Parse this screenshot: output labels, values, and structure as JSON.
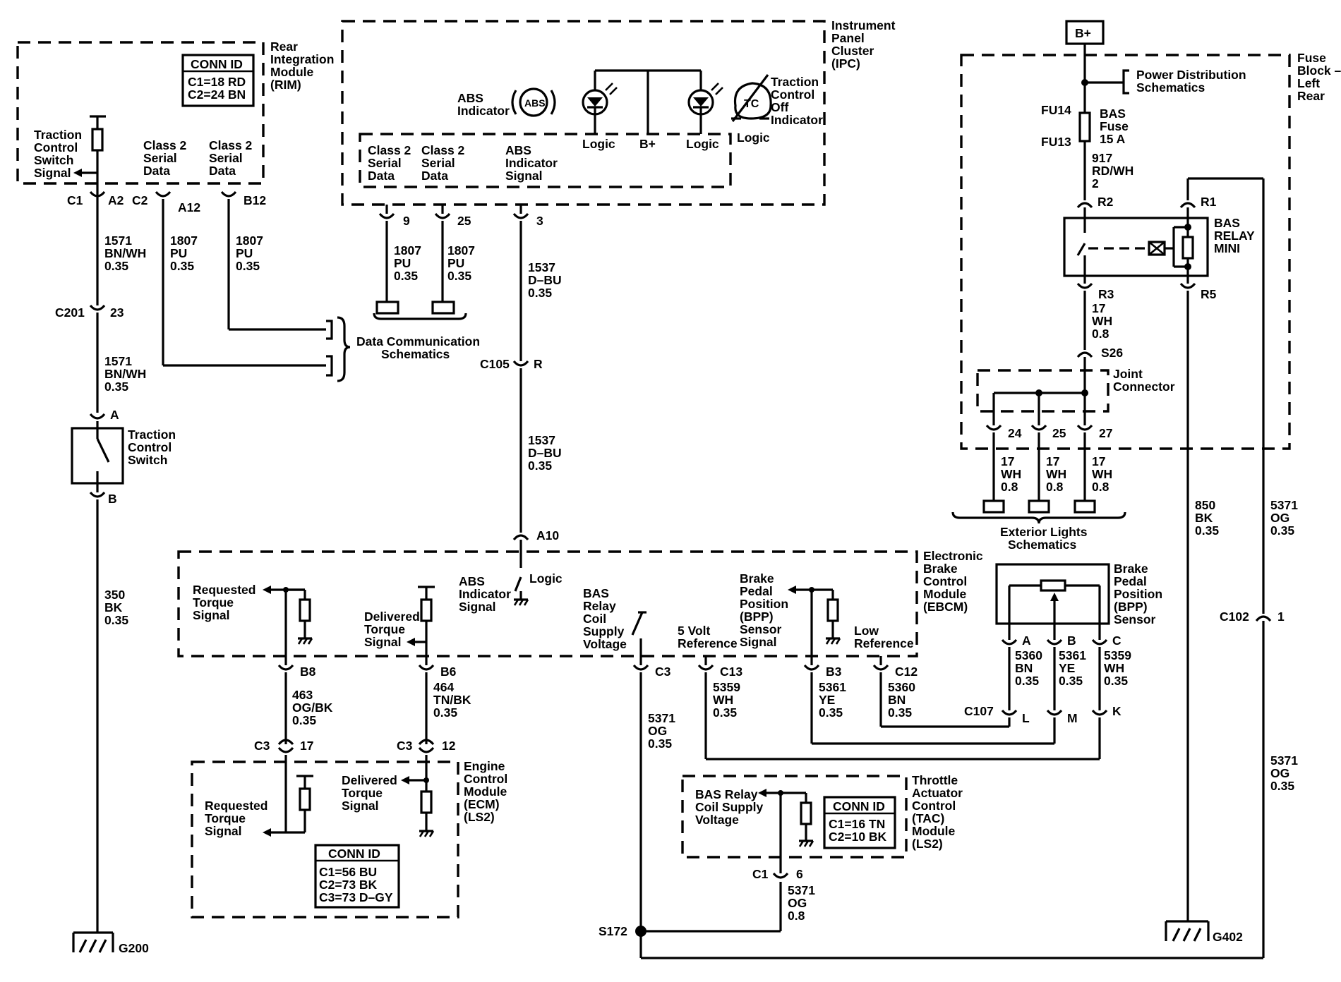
{
  "modules": {
    "rim": {
      "name": [
        "Rear",
        "Integration",
        "Module",
        "(RIM)"
      ],
      "conn_id": {
        "title": "CONN ID",
        "lines": [
          "C1=18 RD",
          "C2=24 BN"
        ]
      },
      "signals": {
        "tcs": [
          "Traction",
          "Control",
          "Switch",
          "Signal"
        ],
        "c2a": [
          "Class 2",
          "Serial",
          "Data"
        ],
        "c2b": [
          "Class 2",
          "Serial",
          "Data"
        ]
      },
      "pins": {
        "c1": "C1",
        "a2": "A2",
        "c2": "C2",
        "a12": "A12",
        "b12": "B12"
      }
    },
    "ipc": {
      "name": [
        "Instrument",
        "Panel",
        "Cluster",
        "(IPC)"
      ],
      "abs_indicator": [
        "ABS",
        "Indicator"
      ],
      "abs_symbol": "ABS",
      "tc_off": [
        "Traction",
        "Control",
        "Off",
        "Indicator"
      ],
      "tc_symbol": "TC",
      "logic_left": "Logic",
      "b_plus": "B+",
      "logic_right": "Logic",
      "logic_outer": "Logic",
      "signals": {
        "c2a": [
          "Class 2",
          "Serial",
          "Data"
        ],
        "c2b": [
          "Class 2",
          "Serial",
          "Data"
        ],
        "abs": [
          "ABS",
          "Indicator",
          "Signal"
        ]
      },
      "pins": {
        "p9": "9",
        "p25": "25",
        "p3": "3"
      }
    },
    "fuse_block": {
      "name": [
        "Fuse",
        "Block –",
        "Left",
        "Rear"
      ],
      "b_plus": "B+",
      "power_dist": [
        "Power Distribution",
        "Schematics"
      ],
      "fu14": "FU14",
      "fu13": "FU13",
      "fuse": [
        "BAS",
        "Fuse",
        "15 A"
      ],
      "relay": [
        "BAS",
        "RELAY",
        "MINI"
      ],
      "pins": {
        "r2": "R2",
        "r1": "R1",
        "r3": "R3",
        "r5": "R5",
        "s26": "S26",
        "p24": "24",
        "p25": "25",
        "p27": "27"
      },
      "joint": [
        "Joint",
        "Connector"
      ]
    },
    "ebcm": {
      "name": [
        "Electronic",
        "Brake",
        "Control",
        "Module",
        "(EBCM)"
      ],
      "req_torque": [
        "Requested",
        "Torque",
        "Signal"
      ],
      "del_torque": [
        "Delivered",
        "Torque",
        "Signal"
      ],
      "abs_signal": [
        "ABS",
        "Indicator",
        "Signal"
      ],
      "logic": "Logic",
      "bas_relay": [
        "BAS",
        "Relay",
        "Coil",
        "Supply",
        "Voltage"
      ],
      "five_volt": [
        "5 Volt",
        "Reference"
      ],
      "bpp_signal": [
        "Brake",
        "Pedal",
        "Position",
        "(BPP)",
        "Sensor",
        "Signal"
      ],
      "low_ref": [
        "Low",
        "Reference"
      ],
      "pins": {
        "a10": "A10",
        "b8": "B8",
        "b6": "B6",
        "c3": "C3",
        "c13": "C13",
        "b3": "B3",
        "c12": "C12"
      }
    },
    "ecm": {
      "name": [
        "Engine",
        "Control",
        "Module",
        "(ECM)",
        "(LS2)"
      ],
      "req_torque": [
        "Requested",
        "Torque",
        "Signal"
      ],
      "del_torque": [
        "Delivered",
        "Torque",
        "Signal"
      ],
      "conn_id": {
        "title": "CONN ID",
        "lines": [
          "C1=56 BU",
          "C2=73 BK",
          "C3=73 D–GY"
        ]
      },
      "pins": {
        "c3a": "C3",
        "p17": "17",
        "c3b": "C3",
        "p12": "12"
      }
    },
    "tac": {
      "name": [
        "Throttle",
        "Actuator",
        "Control",
        "(TAC)",
        "Module",
        "(LS2)"
      ],
      "signal": [
        "BAS Relay",
        "Coil Supply",
        "Voltage"
      ],
      "conn_id": {
        "title": "CONN ID",
        "lines": [
          "C1=16 TN",
          "C2=10 BK"
        ]
      },
      "pins": {
        "c1": "C1",
        "p6": "6"
      }
    },
    "bpp_sensor": {
      "name": [
        "Brake",
        "Pedal",
        "Position",
        "(BPP)",
        "Sensor"
      ],
      "pins": {
        "a": "A",
        "b": "B",
        "c": "C"
      }
    },
    "tcs_switch": {
      "name": [
        "Traction",
        "Control",
        "Switch"
      ],
      "pins": {
        "a": "A",
        "b": "B"
      }
    }
  },
  "wires": {
    "w1571a": [
      "1571",
      "BN/WH",
      "0.35"
    ],
    "w1571b": [
      "1571",
      "BN/WH",
      "0.35"
    ],
    "w1807a": [
      "1807",
      "PU",
      "0.35"
    ],
    "w1807b": [
      "1807",
      "PU",
      "0.35"
    ],
    "w1807c": [
      "1807",
      "PU",
      "0.35"
    ],
    "w1807d": [
      "1807",
      "PU",
      "0.35"
    ],
    "w1537a": [
      "1537",
      "D–BU",
      "0.35"
    ],
    "w1537b": [
      "1537",
      "D–BU",
      "0.35"
    ],
    "w350": [
      "350",
      "BK",
      "0.35"
    ],
    "w917": [
      "917",
      "RD/WH",
      "2"
    ],
    "w17main": [
      "17",
      "WH",
      "0.8"
    ],
    "w17a": [
      "17",
      "WH",
      "0.8"
    ],
    "w17b": [
      "17",
      "WH",
      "0.8"
    ],
    "w17c": [
      "17",
      "WH",
      "0.8"
    ],
    "w850": [
      "850",
      "BK",
      "0.35"
    ],
    "w5371a": [
      "5371",
      "OG",
      "0.35"
    ],
    "w5371b": [
      "5371",
      "OG",
      "0.35"
    ],
    "w5371c": [
      "5371",
      "OG",
      "0.35"
    ],
    "w5371d": [
      "5371",
      "OG",
      "0.8"
    ],
    "w463": [
      "463",
      "OG/BK",
      "0.35"
    ],
    "w464": [
      "464",
      "TN/BK",
      "0.35"
    ],
    "w5359a": [
      "5359",
      "WH",
      "0.35"
    ],
    "w5361a": [
      "5361",
      "YE",
      "0.35"
    ],
    "w5360a": [
      "5360",
      "BN",
      "0.35"
    ],
    "w5360b": [
      "5360",
      "BN",
      "0.35"
    ],
    "w5361b": [
      "5361",
      "YE",
      "0.35"
    ],
    "w5359b": [
      "5359",
      "WH",
      "0.35"
    ]
  },
  "connectors": {
    "c201": "C201",
    "c201_pin": "23",
    "c105": "C105",
    "c105_pin": "R",
    "c102": "C102",
    "c102_pin": "1",
    "c107": "C107",
    "c107_l": "L",
    "c107_m": "M",
    "c107_k": "K"
  },
  "refs": {
    "data_comm": [
      "Data Communication",
      "Schematics"
    ],
    "ext_lights": [
      "Exterior Lights",
      "Schematics"
    ]
  },
  "grounds": {
    "g200": "G200",
    "g402": "G402"
  },
  "splices": {
    "s172": "S172"
  }
}
